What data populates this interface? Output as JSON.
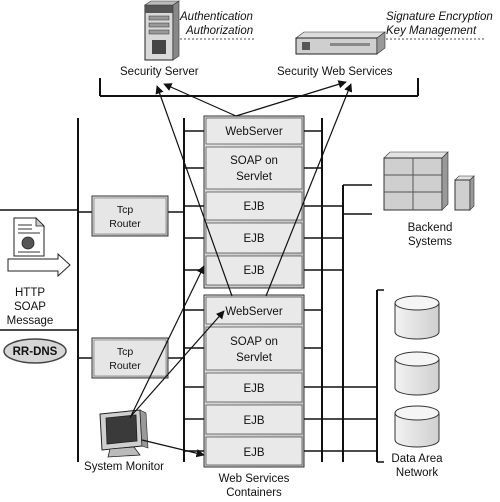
{
  "security_server": {
    "label": "Security Server",
    "note_line1": "Authentication",
    "note_line2": "Authorization"
  },
  "security_web_services": {
    "label": "Security Web Services",
    "note_line1": "Signature Encryption",
    "note_line2": "Key Management"
  },
  "container_top": {
    "slots": [
      "WebServer",
      "SOAP on",
      "Servlet",
      "EJB",
      "EJB",
      "EJB"
    ]
  },
  "container_bottom": {
    "slots": [
      "WebServer",
      "SOAP on",
      "Servlet",
      "EJB",
      "EJB",
      "EJB"
    ]
  },
  "tcp_router_top": {
    "line1": "Tcp",
    "line2": "Router"
  },
  "tcp_router_bottom": {
    "line1": "Tcp",
    "line2": "Router"
  },
  "http_message": {
    "line1": "HTTP",
    "line2": "SOAP",
    "line3": "Message"
  },
  "rr_dns": {
    "label": "RR-DNS"
  },
  "backend": {
    "line1": "Backend",
    "line2": "Systems"
  },
  "data_area": {
    "line1": "Data Area",
    "line2": "Network"
  },
  "system_monitor": {
    "label": "System Monitor"
  },
  "containers_caption": {
    "line1": "Web Services",
    "line2": "Containers"
  }
}
